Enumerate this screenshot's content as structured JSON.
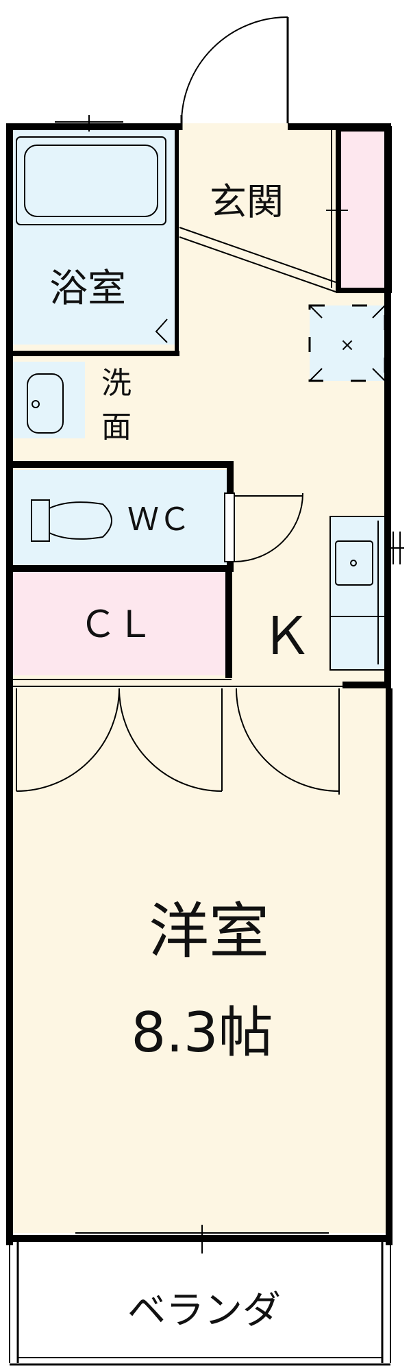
{
  "rooms": {
    "entrance": "玄関",
    "bath": "浴室",
    "washroom_line1": "洗",
    "washroom_line2": "面",
    "toilet": "ＷＣ",
    "closet": "ＣＬ",
    "kitchen": "Ｋ",
    "western_room": "洋室",
    "western_room_size": "8.3帖",
    "balcony": "ベランダ"
  },
  "colors": {
    "floor": "#fdf6e3",
    "wet_area": "#e4f4fb",
    "storage": "#fde7ee",
    "wall": "#000000",
    "background": "#ffffff"
  }
}
